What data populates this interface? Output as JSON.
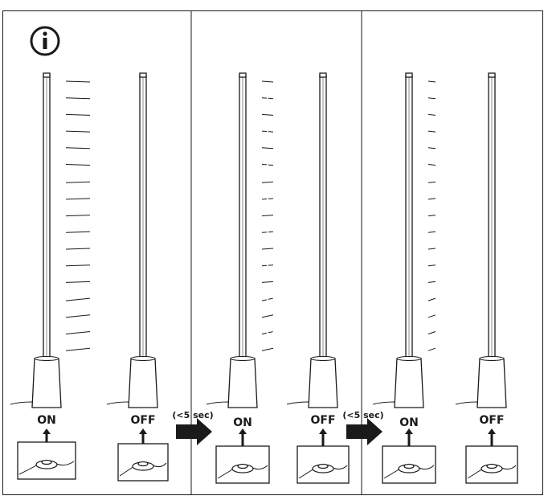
{
  "info_icon": "info-circle-icon",
  "lamps": [
    {
      "state": "ON",
      "lit": "full"
    },
    {
      "state": "OFF",
      "lit": "none"
    },
    {
      "state": "ON",
      "lit": "dim"
    },
    {
      "state": "OFF",
      "lit": "none"
    },
    {
      "state": "ON",
      "lit": "dimmer"
    },
    {
      "state": "OFF",
      "lit": "none"
    }
  ],
  "transitions": [
    {
      "label": "(<5 sec)",
      "icon": "arrow-right-icon"
    },
    {
      "label": "(<5 sec)",
      "icon": "arrow-right-icon"
    }
  ],
  "colors": {
    "line": "#1a1a1a",
    "background": "#ffffff"
  }
}
